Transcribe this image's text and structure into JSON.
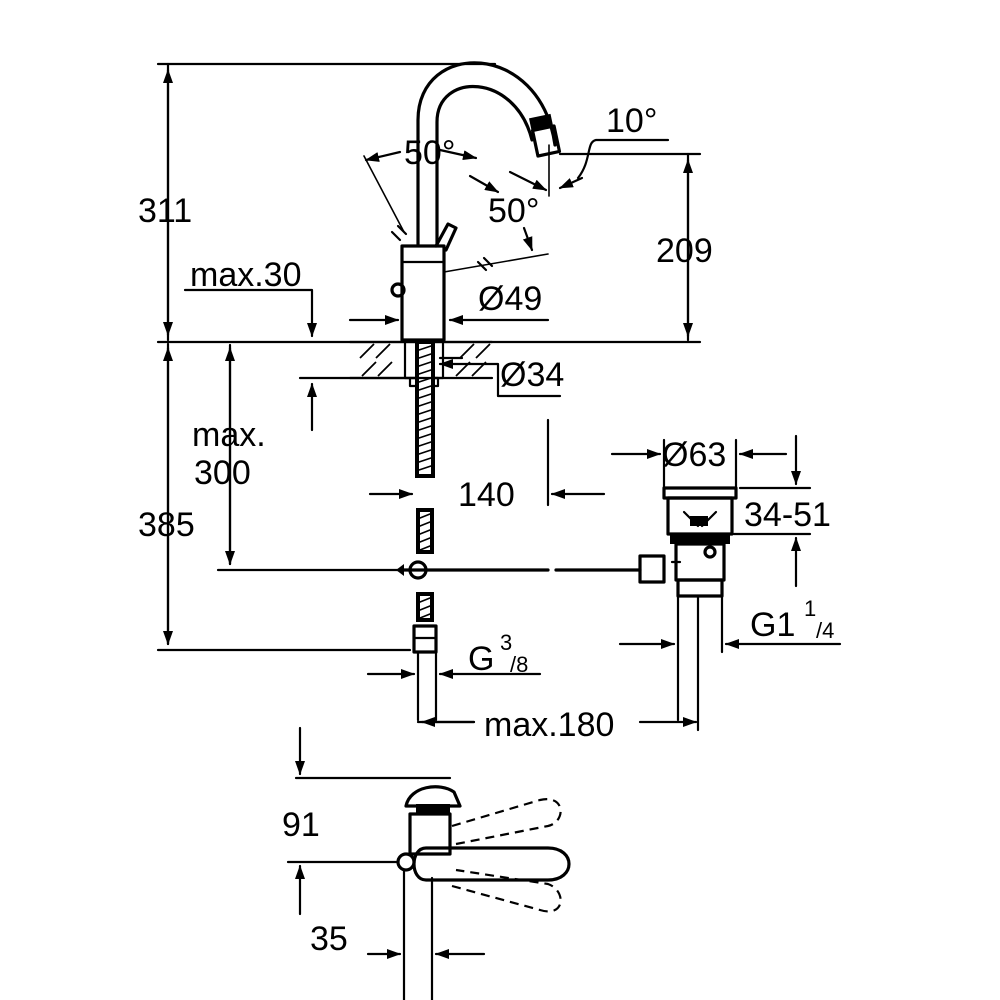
{
  "dimensions": {
    "total_height": "311",
    "spout_height": "209",
    "max_deck": "max.30",
    "body_dia": "Ø49",
    "hole_dia": "Ø34",
    "max_under_1": "max.",
    "max_under_2": "300",
    "under_height": "385",
    "pipe_offset": "140",
    "waste_dia": "Ø63",
    "waste_range": "34-51",
    "waste_thread_main": "G1",
    "waste_thread_num": "1",
    "waste_thread_den": "/4",
    "supply_thread_main": "G",
    "supply_thread_num": "3",
    "supply_thread_den": "/8",
    "max_reach": "max.180",
    "plan_depth": "91",
    "plan_offset": "35",
    "angle_left": "50°",
    "angle_right": "50°",
    "spout_angle": "10°"
  }
}
